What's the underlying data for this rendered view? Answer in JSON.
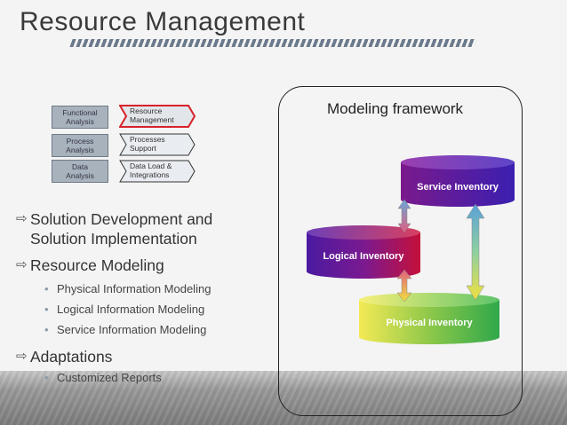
{
  "slide": {
    "title": "Resource Management"
  },
  "process": {
    "left": [
      "Functional\nAnalysis",
      "Process\nAnalysis",
      "Data\nAnalysis"
    ],
    "right": [
      "Resource\nManagement",
      "Processes\nSupport",
      "Data Load &\nIntegrations"
    ]
  },
  "bullets": {
    "b1_line1": "Solution Development and",
    "b1_line2": "Solution Implementation",
    "b2": "Resource Modeling",
    "sub": [
      "Physical Information Modeling",
      "Logical Information Modeling",
      "Service Information Modeling"
    ],
    "b3": "Adaptations",
    "sub2": "Customized Reports"
  },
  "framework": {
    "title": "Modeling framework",
    "service": "Service Inventory",
    "logical": "Logical Inventory",
    "physical": "Physical Inventory"
  },
  "colors": {
    "service_gradient": [
      "#7a1a8c",
      "#3a1aa8"
    ],
    "logical_gradient": [
      "#c4103a",
      "#6a1aa6"
    ],
    "physical_gradient": [
      "#f2e64a",
      "#2fa84a"
    ],
    "active_border": "#d8202a"
  }
}
